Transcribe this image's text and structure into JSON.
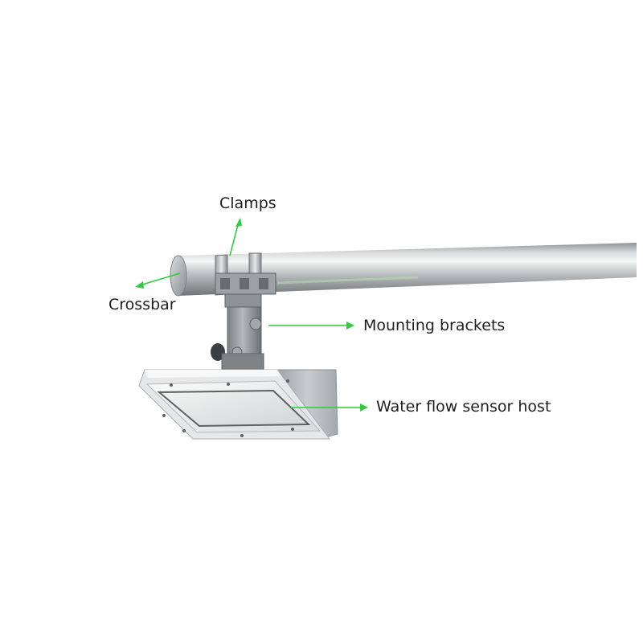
{
  "labels": {
    "clamps": "Clamps",
    "crossbar": "Crossbar",
    "mounting_brackets": "Mounting brackets",
    "sensor_host": "Water flow sensor host"
  },
  "colors": {
    "leader_line": "#2ecc40",
    "text": "#1e1e1e",
    "background": "#ffffff"
  }
}
